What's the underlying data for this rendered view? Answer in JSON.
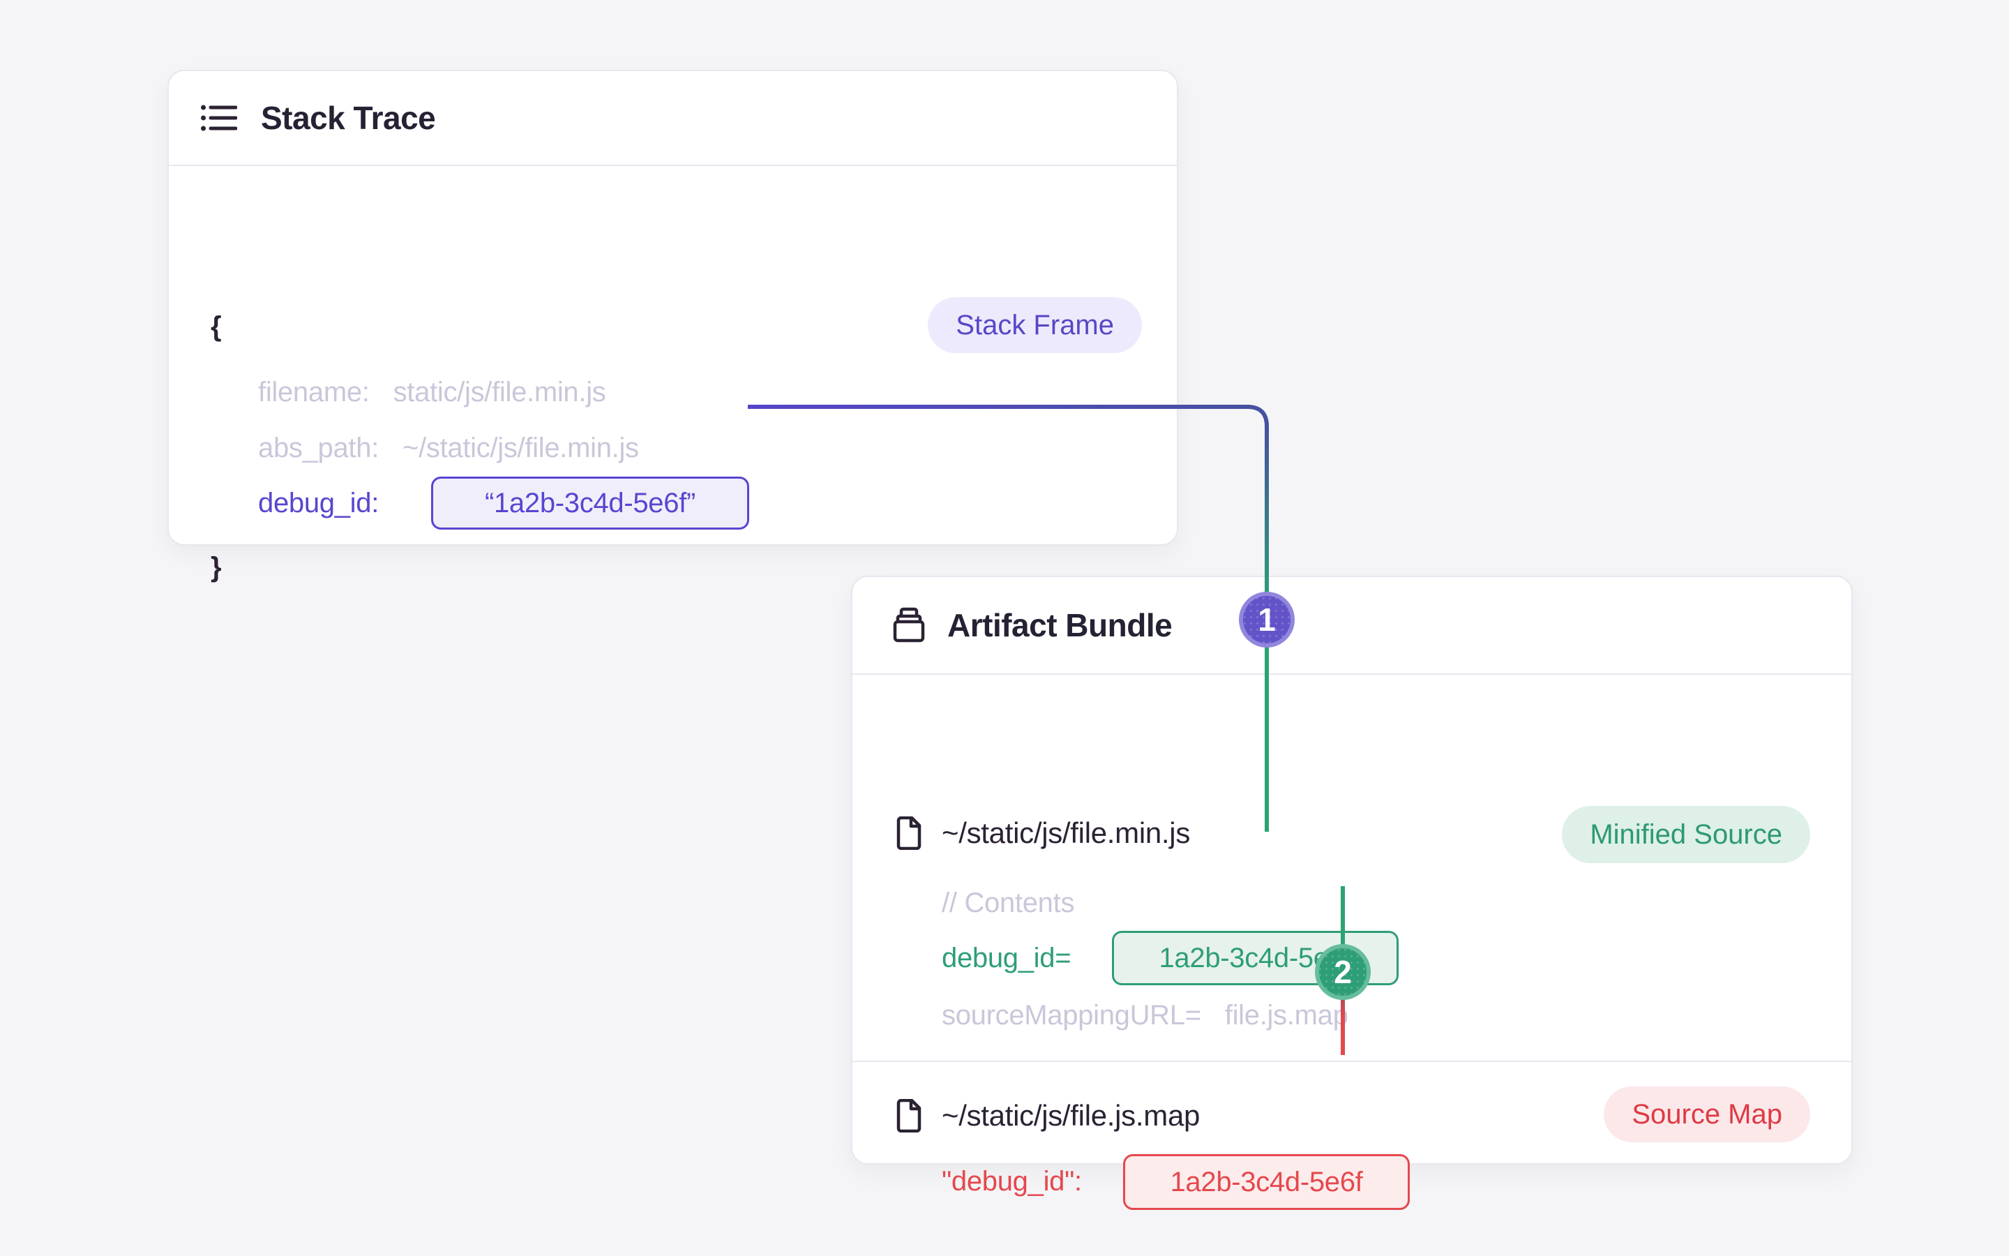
{
  "colors": {
    "background": "#f5f5f7",
    "card_background": "#ffffff",
    "card_border": "#e8e6ee",
    "text_dark": "#2b2233",
    "text_muted": "#c9c7d9",
    "purple": "#5746d0",
    "green": "#2e9e77",
    "red": "#e5484d",
    "step1_badge_fill": "#6254c8",
    "step2_badge_fill": "#2e9e77"
  },
  "stack_trace": {
    "title": "Stack Trace",
    "frame_badge": "Stack Frame",
    "open_brace": "{",
    "close_brace": "}",
    "filename_key": "filename:",
    "filename_value": "static/js/file.min.js",
    "abs_path_key": "abs_path:",
    "abs_path_value": "~/static/js/file.min.js",
    "debug_id_key": "debug_id:",
    "debug_id_value": "“1a2b-3c4d-5e6f”"
  },
  "artifact_bundle": {
    "title": "Artifact Bundle",
    "files": [
      {
        "name": "~/static/js/file.min.js",
        "badge": "Minified Source",
        "comment": "// Contents",
        "debug_key": "debug_id=",
        "debug_value": "1a2b-3c4d-5e6f",
        "source_mapping_key": "sourceMappingURL=",
        "source_mapping_value": "file.js.map"
      },
      {
        "name": "~/static/js/file.js.map",
        "badge": "Source Map",
        "debug_key": "\"debug_id\":",
        "debug_value": "1a2b-3c4d-5e6f"
      }
    ]
  },
  "connectors": {
    "step1": "1",
    "step2": "2"
  }
}
